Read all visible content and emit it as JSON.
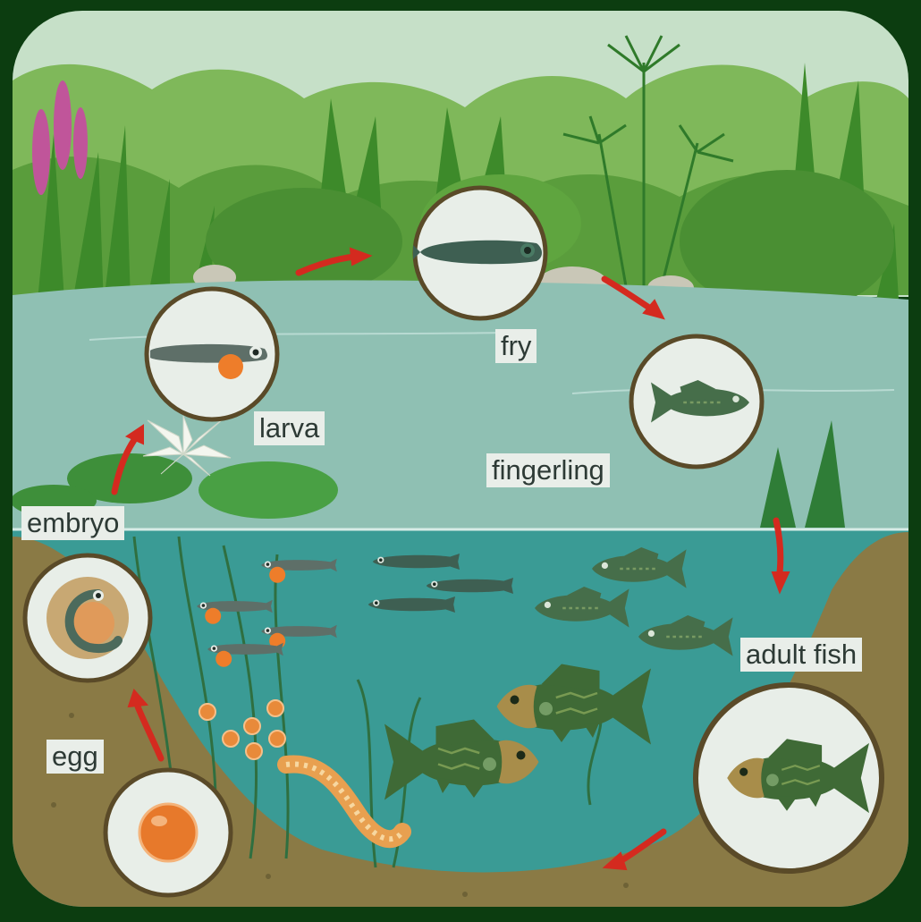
{
  "diagram": {
    "stages": [
      {
        "id": "egg",
        "label": "egg"
      },
      {
        "id": "embryo",
        "label": "embryo"
      },
      {
        "id": "larva",
        "label": "larva"
      },
      {
        "id": "fry",
        "label": "fry"
      },
      {
        "id": "fingerling",
        "label": "fingerling"
      },
      {
        "id": "adult",
        "label": "adult fish"
      }
    ],
    "sequence": [
      "egg",
      "embryo",
      "larva",
      "fry",
      "fingerling",
      "adult",
      "egg"
    ]
  },
  "colors": {
    "frame": "#0c3d10",
    "sky": "#c6e0c8",
    "pond_surface": "#8fc0b3",
    "underwater": "#3a9b95",
    "soil": "#8a7a45",
    "arrow": "#d42a1f",
    "stage_circle_fill": "#e8eee8",
    "stage_circle_border": "#5a4a28",
    "label_bg": "#e9eee9",
    "label_text": "#2d3a35"
  }
}
